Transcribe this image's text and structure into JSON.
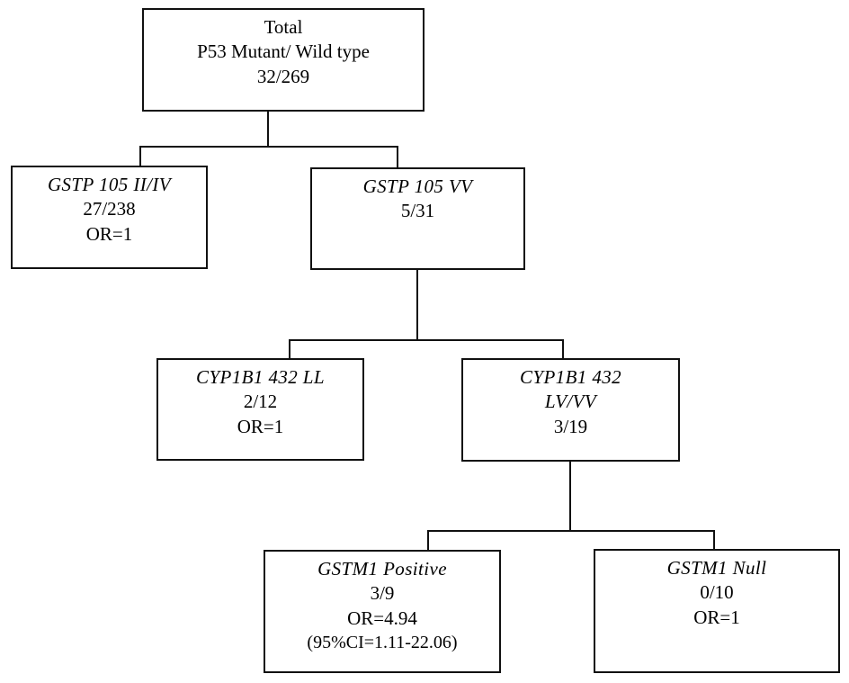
{
  "diagram": {
    "title": "P53 mutant / wild type stratification tree",
    "line_color": "#111111",
    "background_color": "#ffffff",
    "nodes": {
      "root": {
        "id": "total",
        "line1": "Total",
        "line2": "P53 Mutant/ Wild type",
        "line3": "32/269"
      },
      "gstp_ii_iv": {
        "id": "gstp-105-ii-iv",
        "line1": "GSTP 105 II/IV",
        "line2": "27/238",
        "line3": "OR=1"
      },
      "gstp_vv": {
        "id": "gstp-105-vv",
        "line1": "GSTP 105 VV",
        "line2": "5/31"
      },
      "cyp_ll": {
        "id": "cyp1b1-432-ll",
        "line1": "CYP1B1 432 LL",
        "line2": "2/12",
        "line3": "OR=1"
      },
      "cyp_lv_vv": {
        "id": "cyp1b1-432-lv-vv",
        "line1": "CYP1B1 432",
        "line2": "LV/VV",
        "line3": "3/19"
      },
      "gstm1_positive": {
        "id": "gstm1-positive",
        "line1": "GSTM1 Positive",
        "line2": "3/9",
        "line3": "OR=4.94",
        "line4": "(95%CI=1.11-22.06)"
      },
      "gstm1_null": {
        "id": "gstm1-null",
        "line1": "GSTM1 Null",
        "line2": "0/10",
        "line3": "OR=1"
      }
    }
  }
}
